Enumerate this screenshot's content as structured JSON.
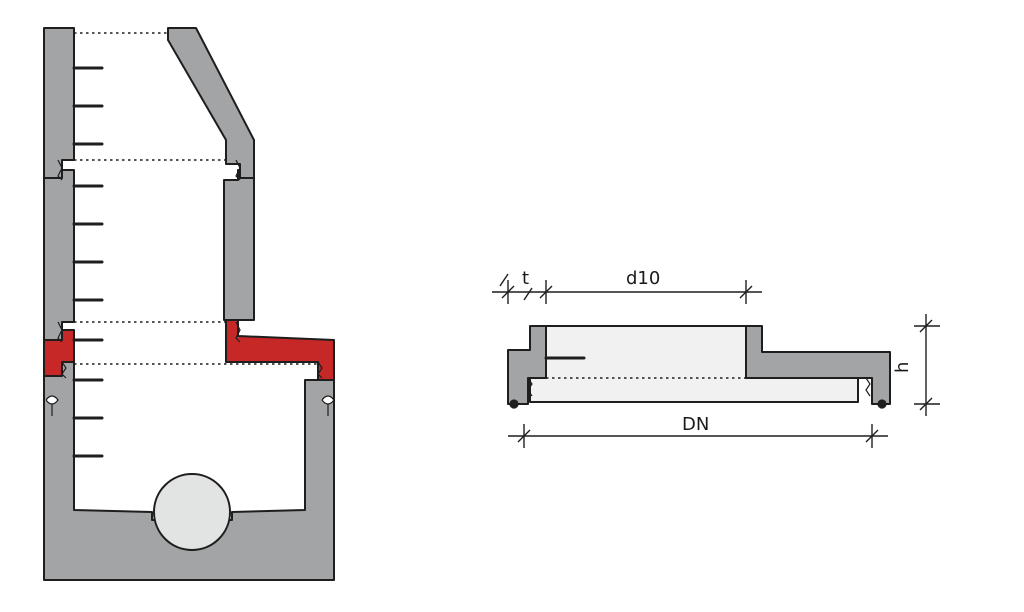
{
  "colors": {
    "concrete": "#a3a4a6",
    "outline": "#1e1e1e",
    "highlight": "#c62828",
    "pipe": "#e2e4e3",
    "inner_fill": "#f0f1f0",
    "background": "#ffffff"
  },
  "dimensions": {
    "t": "t",
    "d10": "d10",
    "dn": "DN",
    "h": "h"
  },
  "steps": {
    "cone": [
      0,
      1,
      2
    ],
    "ring": [
      0,
      1,
      2,
      3
    ],
    "adjust": [
      0
    ],
    "base": [
      0,
      1,
      2
    ]
  }
}
